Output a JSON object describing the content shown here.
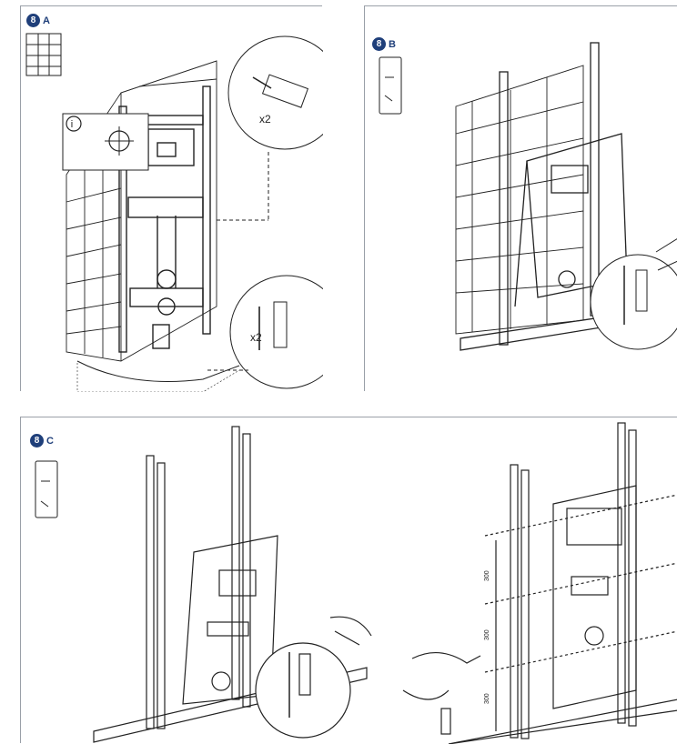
{
  "steps": {
    "a": {
      "number": "8",
      "letter": "A",
      "callout_top": "x2",
      "callout_bottom": "x2",
      "info": "i"
    },
    "b": {
      "number": "8",
      "letter": "B"
    },
    "c": {
      "number": "8",
      "letter": "C",
      "dims": [
        "300",
        "300",
        "300"
      ]
    }
  },
  "colors": {
    "step_badge": "#1f3f7a",
    "frame_border": "#9aa0a8",
    "line": "#222222"
  }
}
